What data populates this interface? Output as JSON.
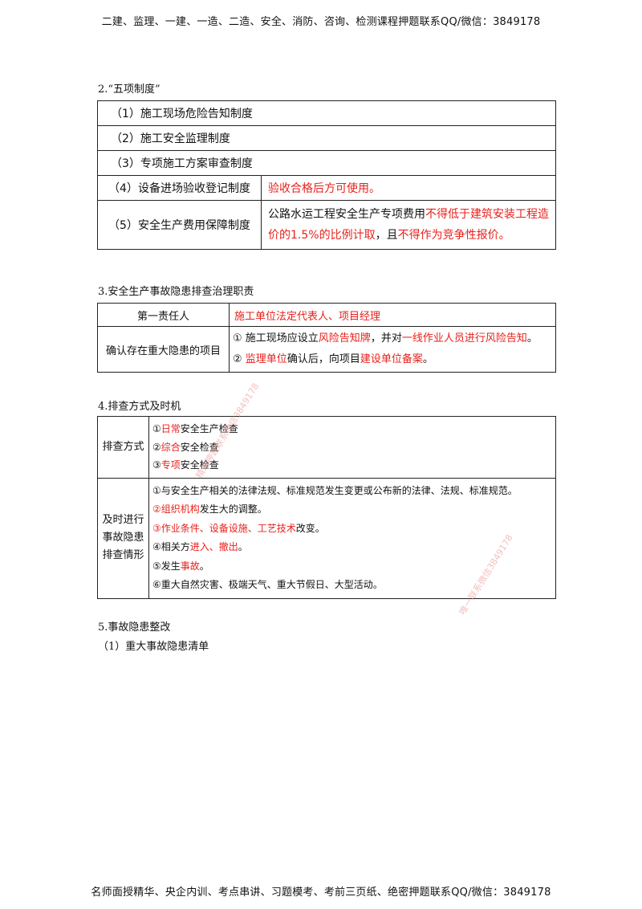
{
  "header": {
    "text": "二建、监理、一建、一造、二造、安全、消防、咨询、检测课程押题联系QQ/微信：3849178"
  },
  "footer": {
    "text": "名师面授精华、央企内训、考点串讲、习题模考、考前三页纸、绝密押题联系QQ/微信：3849178"
  },
  "section2": {
    "title": "2.“五项制度”",
    "rows": [
      {
        "label": "（1）施工现场危险告知制度"
      },
      {
        "label": "（2）施工安全监理制度"
      },
      {
        "label": "（3）专项施工方案审查制度"
      },
      {
        "label": "（4）设备进场验收登记制度",
        "note": "验收合格后方可使用。"
      },
      {
        "label": "（5）安全生产费用保障制度",
        "note_a": "公路水运工程安全生产专项费用",
        "note_b": "不得低于建筑安装工程造价的1.5%的比例计取",
        "note_c": "，且",
        "note_d": "不得作为竞争性报价。"
      }
    ]
  },
  "section3": {
    "title": "3.安全生产事故隐患排查治理职责",
    "row1": {
      "label": "第一责任人",
      "value": "施工单位法定代表人、项目经理"
    },
    "row2": {
      "label": "确认存在重大隐患的项目",
      "l1_a": "① 施工现场应设立",
      "l1_b": "风险告知牌",
      "l1_c": "，并对",
      "l1_d": "一线作业人员进行风险告知",
      "l1_e": "。",
      "l2_a": "② ",
      "l2_b": "监理单位",
      "l2_c": "确认后，向项目",
      "l2_d": "建设单位备案",
      "l2_e": "。"
    }
  },
  "section4": {
    "title": "4.排查方式及时机",
    "method": {
      "label": "排查方式",
      "i1_num": "①",
      "i1_red": "日常",
      "i1_rest": "安全生产检查",
      "i2_num": "②",
      "i2_red": "综合",
      "i2_rest": "安全检查",
      "i3_num": "③",
      "i3_red": "专项",
      "i3_rest": "安全检查"
    },
    "timing": {
      "label_1": "及时进行",
      "label_2": "事故隐患",
      "label_3": "排查情形",
      "s1": "①与安全生产相关的法律法规、标准规范发生变更或公布新的法律、法规、标准规范。",
      "s2_red": "②组织机构",
      "s2_rest": "发生大的调整。",
      "s3_red": "③作业条件、设备设施、工艺技术",
      "s3_rest": "改变。",
      "s4_a": "④相关方",
      "s4_red": "进入、撤出",
      "s4_b": "。",
      "s5_a": "⑤发生",
      "s5_red": "事故",
      "s5_b": "。",
      "s6": "⑥重大自然灾害、极端天气、重大节假日、大型活动。"
    }
  },
  "section5": {
    "title": "5.事故隐患整改",
    "sub": "（1）重大事故隐患清单"
  },
  "watermarks": {
    "w1": "精准押题联系微信3849178",
    "w2": "唯一联系微信3849178"
  },
  "colors": {
    "accent_red": "#e8211c",
    "border": "#222222",
    "watermark": "#e98b8b"
  }
}
